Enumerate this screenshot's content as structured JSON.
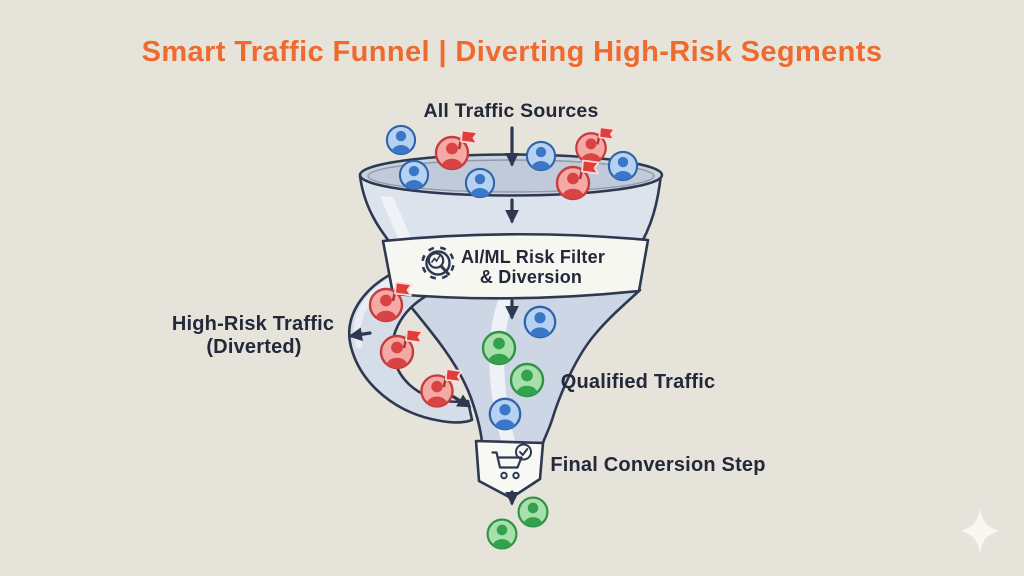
{
  "title": "Smart Traffic Funnel | Diverting High-Risk Segments",
  "labels": {
    "sources": "All Traffic Sources",
    "filter_line1": "AI/ML Risk Filter",
    "filter_line2": "& Diversion",
    "high_risk_line1": "High-Risk Traffic",
    "high_risk_line2": "(Diverted)",
    "qualified": "Qualified Traffic",
    "final_step": "Final Conversion Step"
  },
  "funnel": {
    "stages": [
      {
        "name": "All Traffic Sources",
        "visible_users": {
          "blue": 5,
          "red_flagged": 3
        }
      },
      {
        "name": "AI/ML Risk Filter & Diversion",
        "icon": "gear-magnifier-icon"
      },
      {
        "name": "High-Risk Traffic (Diverted)",
        "visible_users": {
          "red_flagged": 3
        }
      },
      {
        "name": "Qualified Traffic",
        "visible_users": {
          "blue": 2,
          "green": 2
        }
      },
      {
        "name": "Final Conversion Step",
        "icon": "cart-check-icon",
        "visible_users": {
          "green": 2
        }
      }
    ]
  },
  "icons": {
    "gear_magnifier": "gear-magnifier-icon",
    "cart_check": "cart-check-icon",
    "sparkle": "sparkle-icon",
    "user_blue": "visitor-user-icon",
    "user_red_flagged": "high-risk-user-icon",
    "user_green": "qualified-user-icon"
  },
  "colors": {
    "background": "#e6e4da",
    "title": "#ee6a2e",
    "ink": "#23283a",
    "outline": "#2e3850",
    "bowl-wall": "#dde3ed",
    "bowl-inner": "#c8d1de",
    "bowl-inner-deep": "#c0cad9",
    "band": "#f7f7f2",
    "funnel-body": "#cdd6e4",
    "pipe": "#d5dde8",
    "box": "#f8f8f4",
    "blue-fill": "#b7d2f0",
    "blue-person": "#3b77c9",
    "red-fill": "#f5a9a5",
    "red-person": "#d84444",
    "flag": "#e23d3d",
    "green-fill": "#a8e0ac",
    "green-person": "#34a24c",
    "sparkle": "#f9f8f0"
  }
}
